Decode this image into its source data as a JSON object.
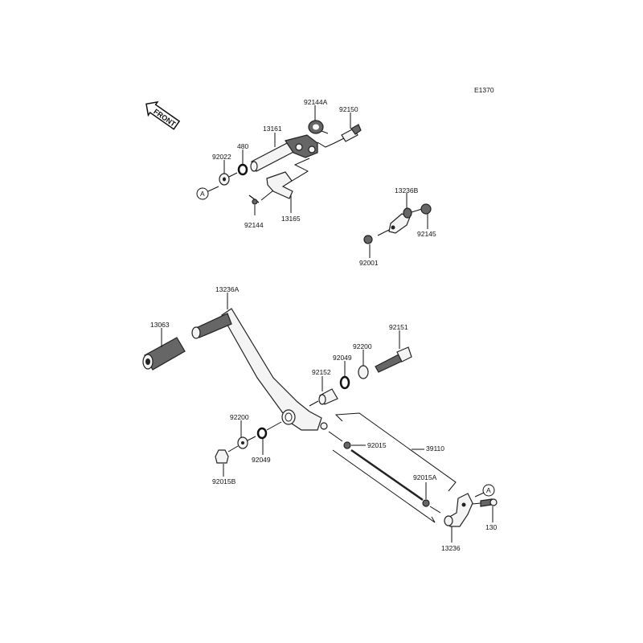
{
  "diagram": {
    "code": "E1370",
    "front_label": "FRONT",
    "ref_marker": "A",
    "parts": {
      "p92144A": "92144A",
      "p92150": "92150",
      "p13161": "13161",
      "p480": "480",
      "p92022": "92022",
      "p92144": "92144",
      "p13165": "13165",
      "p13236B": "13236B",
      "p92145": "92145",
      "p92001": "92001",
      "p13236A": "13236A",
      "p13063": "13063",
      "p92151": "92151",
      "p92200a": "92200",
      "p92049a": "92049",
      "p92152": "92152",
      "p92200b": "92200",
      "p92049b": "92049",
      "p92015B": "92015B",
      "p92015": "92015",
      "p39110": "39110",
      "p92015A": "92015A",
      "p130": "130",
      "p13236": "13236"
    }
  }
}
